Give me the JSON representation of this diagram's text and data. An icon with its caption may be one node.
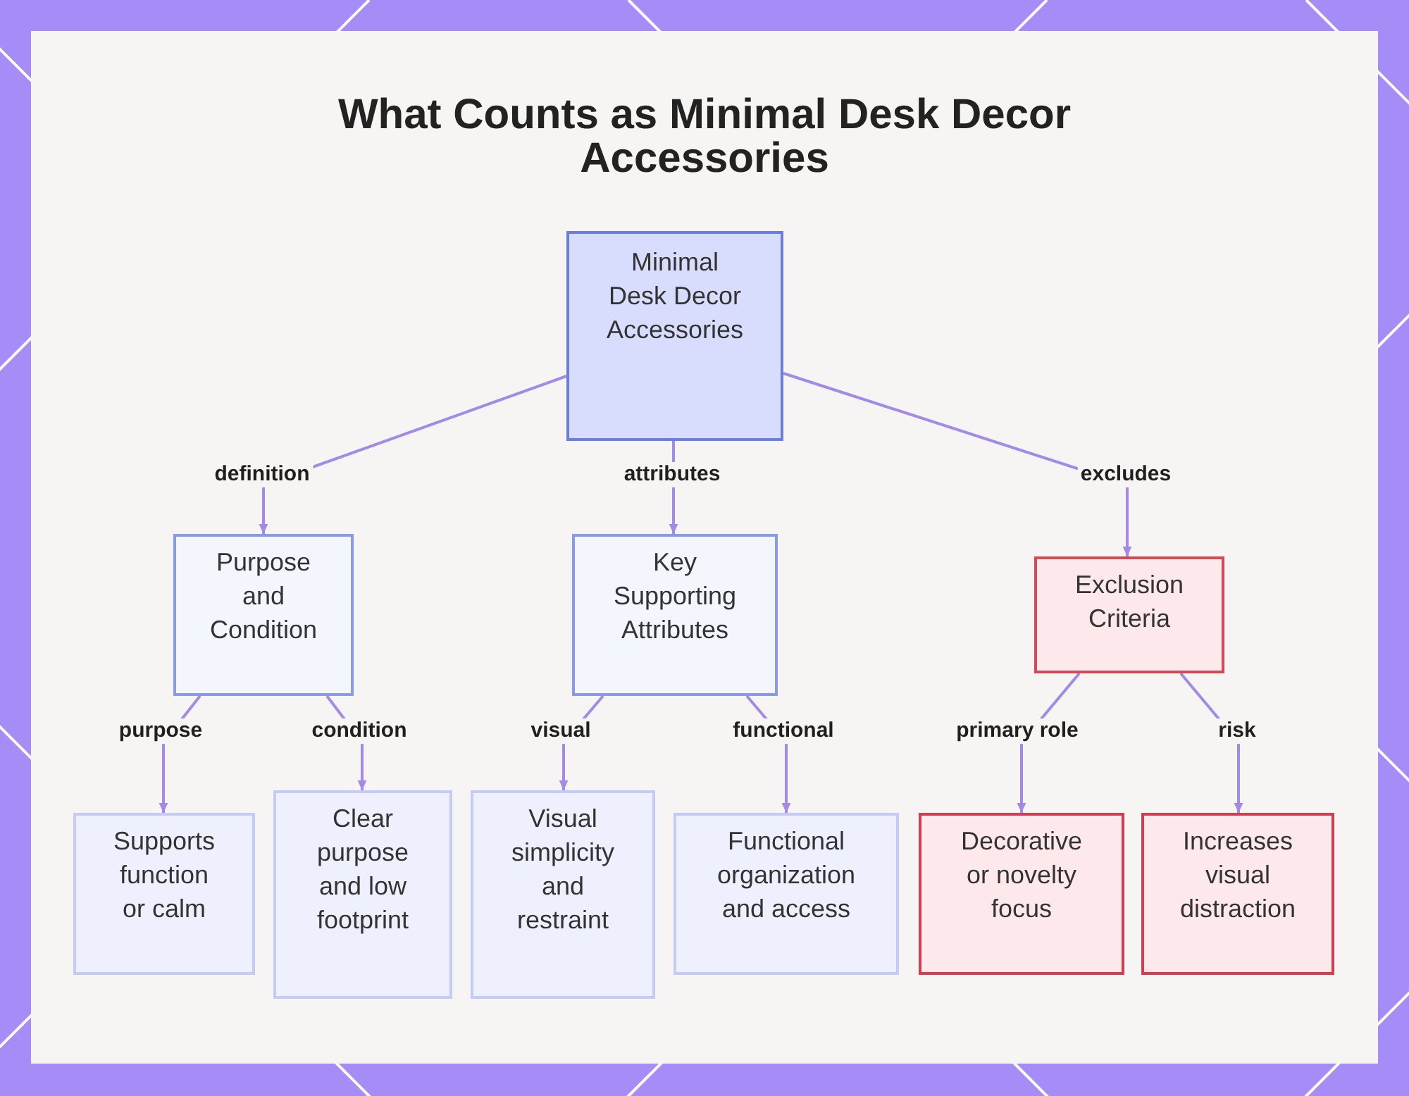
{
  "diagram": {
    "title": "What Counts as Minimal Desk Decor Accessories",
    "nodes": [
      {
        "text": [
          "Minimal Desk Decor Accessories"
        ]
      },
      {
        "text": [
          "Purpose and Condition"
        ]
      },
      {
        "text": [
          "Key Supporting Attributes"
        ]
      },
      {
        "text": [
          "Exclusion Criteria"
        ]
      },
      {
        "text": [
          "Supports function or calm"
        ]
      },
      {
        "text": [
          "Clear purpose and low footprint"
        ]
      },
      {
        "text": [
          "Visual simplicity and restraint"
        ]
      },
      {
        "text": [
          "Functional organization and access"
        ]
      },
      {
        "text": [
          "Decorative or novelty focus"
        ]
      },
      {
        "text": [
          "Increases visual distraction"
        ]
      }
    ],
    "edges": [
      {
        "from": 0,
        "to": 1,
        "arrow": "to",
        "label": "definition"
      },
      {
        "from": 0,
        "to": 2,
        "arrow": "to",
        "label": "attributes"
      },
      {
        "from": 0,
        "to": 3,
        "arrow": "to",
        "label": "excludes"
      },
      {
        "from": 1,
        "to": 4,
        "arrow": "to",
        "label": "purpose"
      },
      {
        "from": 1,
        "to": 5,
        "arrow": "to",
        "label": "condition"
      },
      {
        "from": 2,
        "to": 6,
        "arrow": "to",
        "label": "visual"
      },
      {
        "from": 2,
        "to": 7,
        "arrow": "to",
        "label": "functional"
      },
      {
        "from": 3,
        "to": 8,
        "arrow": "to",
        "label": "primary role"
      },
      {
        "from": 3,
        "to": 9,
        "arrow": "to",
        "label": "risk"
      }
    ]
  }
}
